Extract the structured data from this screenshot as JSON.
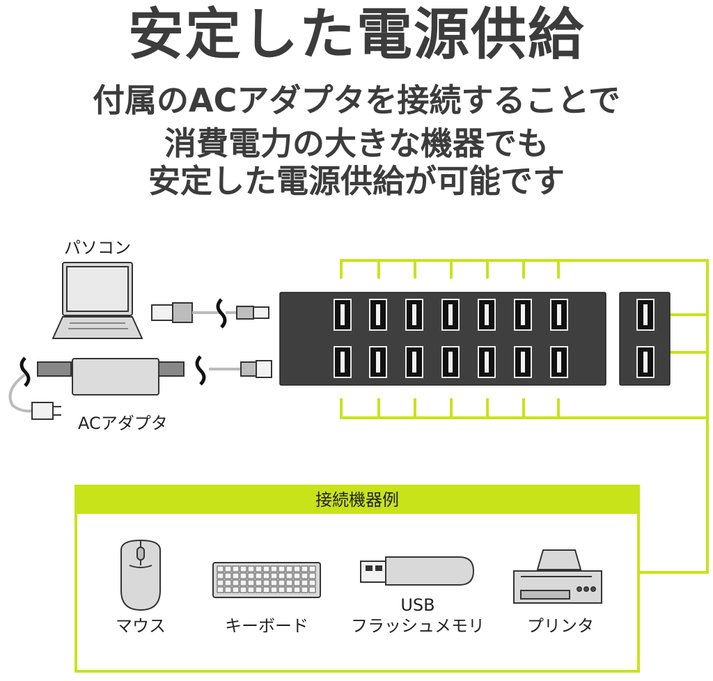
{
  "title": "安定した電源供給",
  "subtitle": [
    "付属のACアダプタを接続することで",
    "消費電力の大きな機器でも",
    "安定した電源供給が可能です"
  ],
  "labels": {
    "pc": "パソコン",
    "adapter": "ACアダプタ"
  },
  "examples": {
    "heading": "接続機器例",
    "devices": [
      {
        "name": "マウス",
        "icon": "mouse-icon"
      },
      {
        "name": "キーボード",
        "icon": "keyboard-icon"
      },
      {
        "name_line1": "USB",
        "name_line2": "フラッシュメモリ",
        "icon": "usb-flash-icon"
      },
      {
        "name": "プリンタ",
        "icon": "printer-icon"
      }
    ]
  },
  "colors": {
    "accent": "#c8e31a",
    "hub": "#3f3f3f",
    "text": "#3c3c3c"
  }
}
